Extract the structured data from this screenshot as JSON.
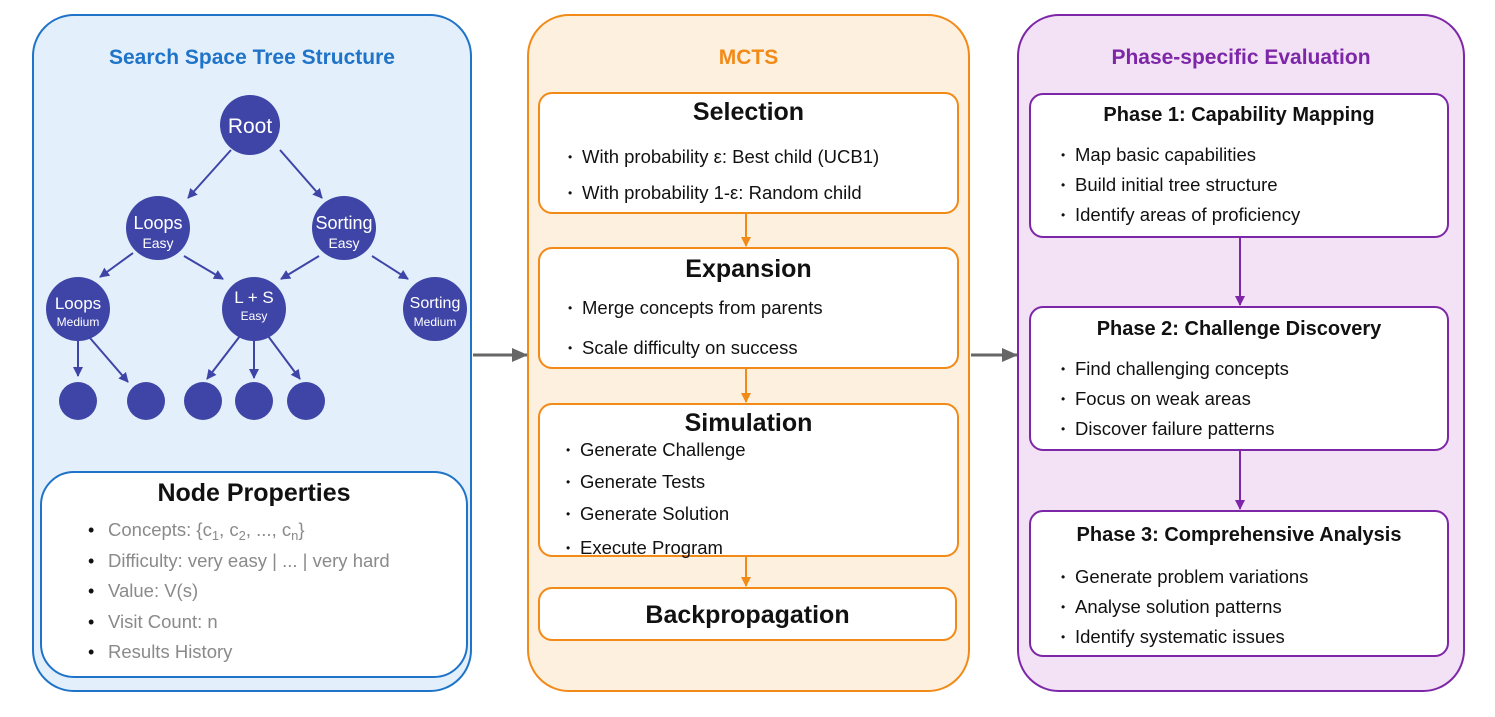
{
  "left_panel": {
    "title": "Search Space Tree Structure",
    "nodes": {
      "root": "Root",
      "loops_easy": {
        "name": "Loops",
        "difficulty": "Easy"
      },
      "sorting_easy": {
        "name": "Sorting",
        "difficulty": "Easy"
      },
      "loops_medium": {
        "name": "Loops",
        "difficulty": "Medium"
      },
      "ls_easy": {
        "name": "L + S",
        "difficulty": "Easy"
      },
      "sorting_medium": {
        "name": "Sorting",
        "difficulty": "Medium"
      }
    },
    "node_properties": {
      "title": "Node Properties",
      "concepts": {
        "prefix": "Concepts: {c",
        "s1": "1",
        "mid1": ", c",
        "s2": "2",
        "mid2": ", ..., c",
        "s3": "n",
        "suffix": "}"
      },
      "difficulty": "Difficulty: very easy | ... | very hard",
      "value": "Value: V(s)",
      "visit_count": "Visit Count: n",
      "results_history": "Results History"
    },
    "colors": {
      "node": "#3f45a6",
      "border": "#1f73c8",
      "background": "#e3f0fb"
    }
  },
  "mcts": {
    "title": "MCTS",
    "selection": {
      "title": "Selection",
      "items": [
        "With probability ε: Best child (UCB1)",
        "With probability 1-ε: Random child"
      ]
    },
    "expansion": {
      "title": "Expansion",
      "items": [
        "Merge concepts from parents",
        "Scale difficulty on success"
      ]
    },
    "simulation": {
      "title": "Simulation",
      "items": [
        "Generate Challenge",
        "Generate Tests",
        "Generate Solution",
        "Execute Program"
      ]
    },
    "backpropagation": {
      "title": "Backpropagation"
    },
    "colors": {
      "border": "#f28a18",
      "background": "#fdf0de"
    }
  },
  "evaluation": {
    "title": "Phase-specific Evaluation",
    "phase1": {
      "title": "Phase 1: Capability Mapping",
      "items": [
        "Map basic capabilities",
        "Build initial tree structure",
        "Identify areas of proficiency"
      ]
    },
    "phase2": {
      "title": "Phase 2: Challenge Discovery",
      "items": [
        "Find challenging concepts",
        "Focus on weak areas",
        "Discover failure patterns"
      ]
    },
    "phase3": {
      "title": "Phase 3: Comprehensive Analysis",
      "items": [
        "Generate problem variations",
        "Analyse solution patterns",
        "Identify systematic issues"
      ]
    },
    "colors": {
      "border": "#7d27a8",
      "background": "#f3e1f5"
    }
  }
}
